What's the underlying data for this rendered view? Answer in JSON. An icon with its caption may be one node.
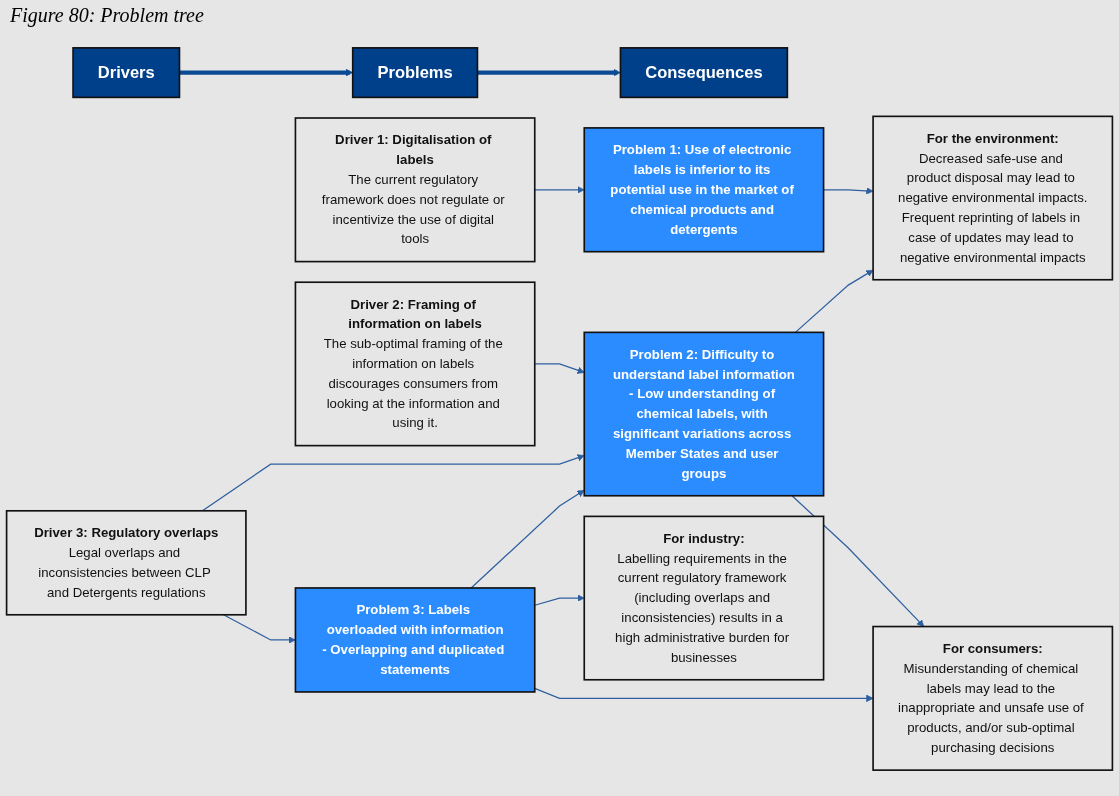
{
  "diagram": {
    "title": "Figure 80: Problem tree",
    "nodes": [
      {
        "text": [
          "Drivers"
        ]
      },
      {
        "text": [
          "Problems"
        ]
      },
      {
        "text": [
          "Consequences"
        ]
      },
      {
        "text": [
          "Driver 1: Digitalisation of labels",
          "The current regulatory framework does not regulate or incentivize the use of digital tools"
        ]
      },
      {
        "text": [
          "Driver 2: Framing of information on labels",
          "The sub-optimal framing of the information on labels discourages consumers from looking at the information and using it."
        ]
      },
      {
        "text": [
          "Driver 3: Regulatory overlaps",
          "Legal overlaps and inconsistencies between CLP and Detergents regulations"
        ]
      },
      {
        "text": [
          "Problem 1: Use of electronic labels is inferior to its potential use in the market of chemical products and detergents"
        ]
      },
      {
        "text": [
          "Problem 2: Difficulty to understand label information",
          "- Low understanding of chemical labels, with significant variations across Member States and user groups"
        ]
      },
      {
        "text": [
          "Problem 3: Labels overloaded with information",
          "- Overlapping and duplicated statements"
        ]
      },
      {
        "text": [
          "For the environment:",
          "Decreased safe-use and product disposal may lead to negative environmental impacts.",
          "Frequent reprinting of labels in case of updates may lead to negative environmental impacts"
        ]
      },
      {
        "text": [
          "For consumers:",
          "Misunderstanding of chemical labels may lead to the inappropriate and unsafe use of products, and/or sub-optimal purchasing decisions"
        ]
      },
      {
        "text": [
          "For industry:",
          "Labelling requirements in the current regulatory framework (including overlaps and inconsistencies) results in a high administrative burden for businesses"
        ]
      }
    ],
    "edges": [
      {
        "from": 0,
        "to": 1,
        "arrow": "to",
        "style": "thick"
      },
      {
        "from": 1,
        "to": 2,
        "arrow": "to",
        "style": "thick"
      },
      {
        "from": 3,
        "to": 6,
        "arrow": "to"
      },
      {
        "from": 4,
        "to": 7,
        "arrow": "to"
      },
      {
        "from": 5,
        "to": 7,
        "arrow": "to"
      },
      {
        "from": 5,
        "to": 8,
        "arrow": "to"
      },
      {
        "from": 8,
        "to": 7,
        "arrow": "to"
      },
      {
        "from": 6,
        "to": 9,
        "arrow": "to"
      },
      {
        "from": 7,
        "to": 9,
        "arrow": "to"
      },
      {
        "from": 7,
        "to": 10,
        "arrow": "to"
      },
      {
        "from": 8,
        "to": 10,
        "arrow": "to"
      },
      {
        "from": 8,
        "to": 11,
        "arrow": "to"
      }
    ]
  }
}
